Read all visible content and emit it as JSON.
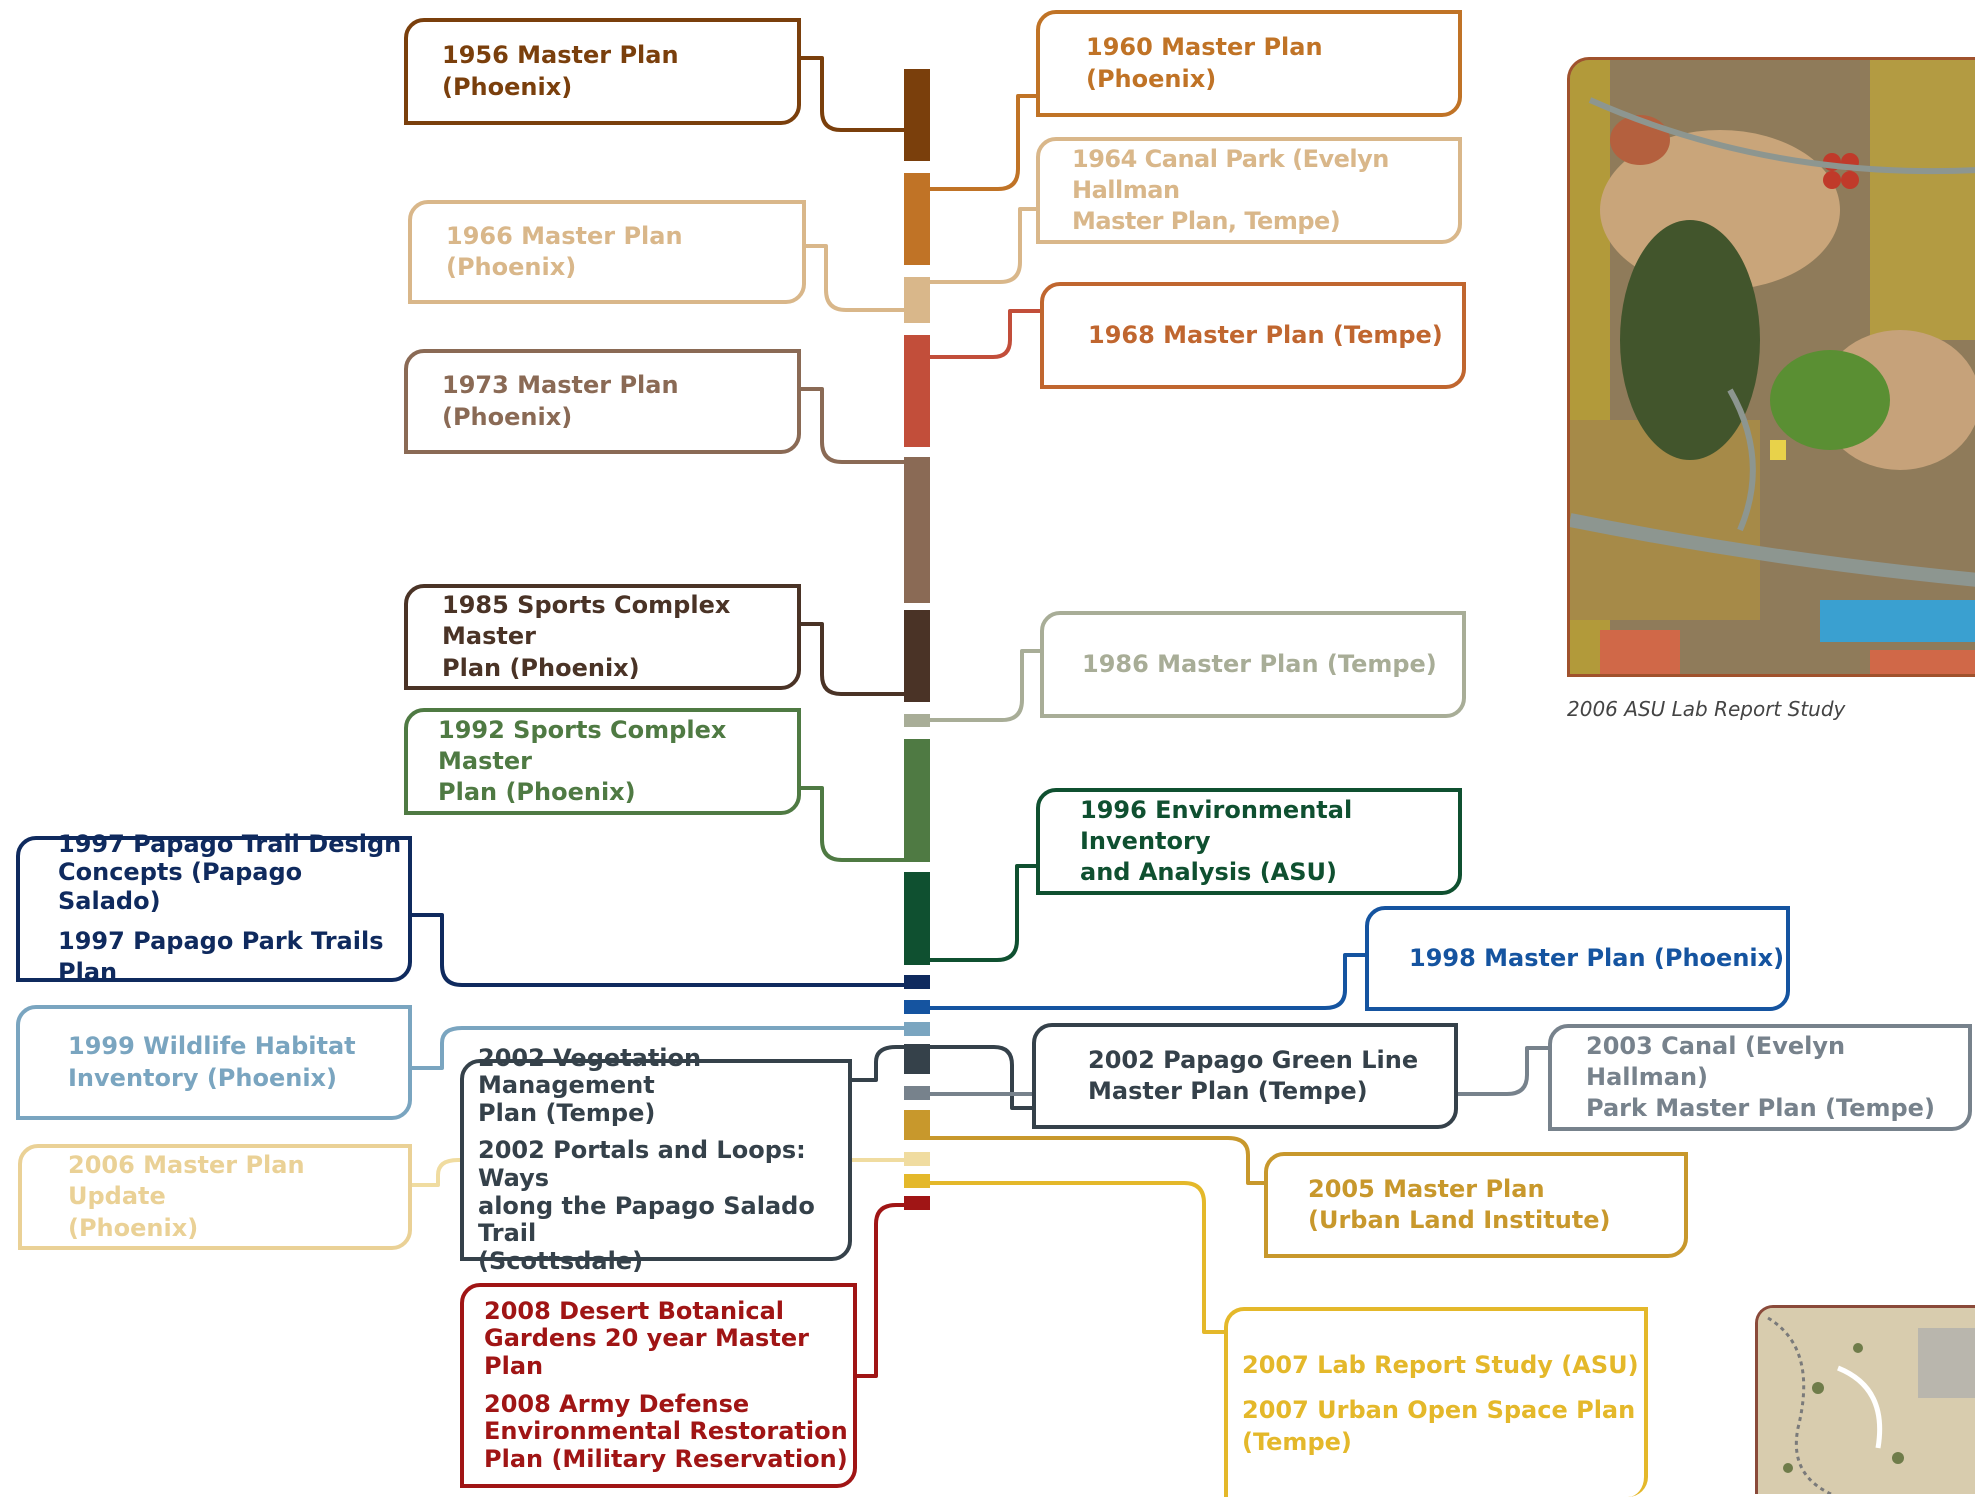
{
  "milestones": [
    {
      "id": "m1956",
      "lines": [
        "1956 Master Plan (Phoenix)"
      ],
      "color": "#7a3f0c"
    },
    {
      "id": "m1960",
      "lines": [
        "1960 Master Plan (Phoenix)"
      ],
      "color": "#c07326"
    },
    {
      "id": "m1964",
      "lines": [
        "1964 Canal Park (Evelyn Hallman\nMaster Plan, Tempe)"
      ],
      "color": "#d9b78a"
    },
    {
      "id": "m1966",
      "lines": [
        "1966 Master Plan (Phoenix)"
      ],
      "color": "#d9b78a"
    },
    {
      "id": "m1968",
      "lines": [
        "1968 Master Plan (Tempe)"
      ],
      "color": "#c0662f"
    },
    {
      "id": "m1973",
      "lines": [
        "1973 Master Plan (Phoenix)"
      ],
      "color": "#8a6a55"
    },
    {
      "id": "m1985",
      "lines": [
        "1985 Sports Complex Master\nPlan (Phoenix)"
      ],
      "color": "#4a3326"
    },
    {
      "id": "m1986",
      "lines": [
        "1986 Master Plan (Tempe)"
      ],
      "color": "#a8ad97"
    },
    {
      "id": "m1992",
      "lines": [
        "1992 Sports Complex Master\nPlan (Phoenix)"
      ],
      "color": "#4f7a43"
    },
    {
      "id": "m1996",
      "lines": [
        "1996 Environmental Inventory\nand Analysis (ASU)"
      ],
      "color": "#0f5030"
    },
    {
      "id": "m1997",
      "lines": [
        "1997 Papago Trail Design\nConcepts (Papago Salado)",
        "1997 Papago Park Trails Plan"
      ],
      "color": "#0f2a5e"
    },
    {
      "id": "m1998",
      "lines": [
        "1998 Master Plan (Phoenix)"
      ],
      "color": "#1554a0"
    },
    {
      "id": "m1999",
      "lines": [
        "1999 Wildlife Habitat\nInventory (Phoenix)"
      ],
      "color": "#7aa5c0"
    },
    {
      "id": "m2002a",
      "lines": [
        "2002 Vegetation Management\nPlan (Tempe)",
        "2002 Portals and Loops: Ways\nalong the Papago Salado Trail\n(Scottsdale)"
      ],
      "color": "#35414a"
    },
    {
      "id": "m2002b",
      "lines": [
        "2002 Papago Green Line\nMaster Plan (Tempe)"
      ],
      "color": "#35414a"
    },
    {
      "id": "m2003",
      "lines": [
        "2003 Canal (Evelyn Hallman)\nPark Master Plan (Tempe)"
      ],
      "color": "#77828c"
    },
    {
      "id": "m2005",
      "lines": [
        "2005 Master Plan\n(Urban Land Institute)"
      ],
      "color": "#c8982c"
    },
    {
      "id": "m2006",
      "lines": [
        "2006 Master Plan Update\n(Phoenix)"
      ],
      "color": "#ead196"
    },
    {
      "id": "m2007",
      "lines": [
        "2007 Lab Report Study (ASU)",
        "2007 Urban Open Space Plan\n(Tempe)"
      ],
      "color": "#e4b82a"
    },
    {
      "id": "m2008",
      "lines": [
        "2008 Desert Botanical\nGardens 20 year Master Plan",
        "2008 Army Defense\nEnvironmental Restoration\nPlan (Military Reservation)"
      ],
      "color": "#a01515"
    }
  ],
  "timeline_colors": [
    "#7a3f0c",
    "#c07326",
    "#d9b78a",
    "#c24e3a",
    "#8a6a55",
    "#4a3326",
    "#a8ad97",
    "#4f7a43",
    "#0f5030",
    "#0f2a5e",
    "#1554a0",
    "#7aa5c0",
    "#35414a",
    "#77828c",
    "#c8982c",
    "#f0dca0",
    "#e4b82a",
    "#a01515"
  ],
  "caption": "2006 ASU Lab Report Study"
}
